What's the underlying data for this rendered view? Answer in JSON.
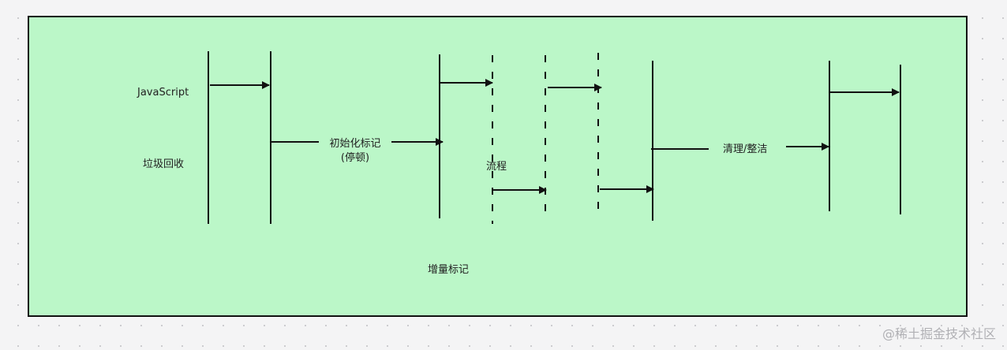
{
  "labels": {
    "javascript": "JavaScript",
    "gc": "垃圾回收",
    "init_mark_line1": "初始化标记",
    "init_mark_line2": "(停顿)",
    "flow": "流程",
    "cleanup": "清理/整洁",
    "incremental": "增量标记"
  },
  "watermark": "@稀土掘金技术社区",
  "colors": {
    "panel_fill": "#bbf7c8",
    "stroke": "#111111"
  }
}
